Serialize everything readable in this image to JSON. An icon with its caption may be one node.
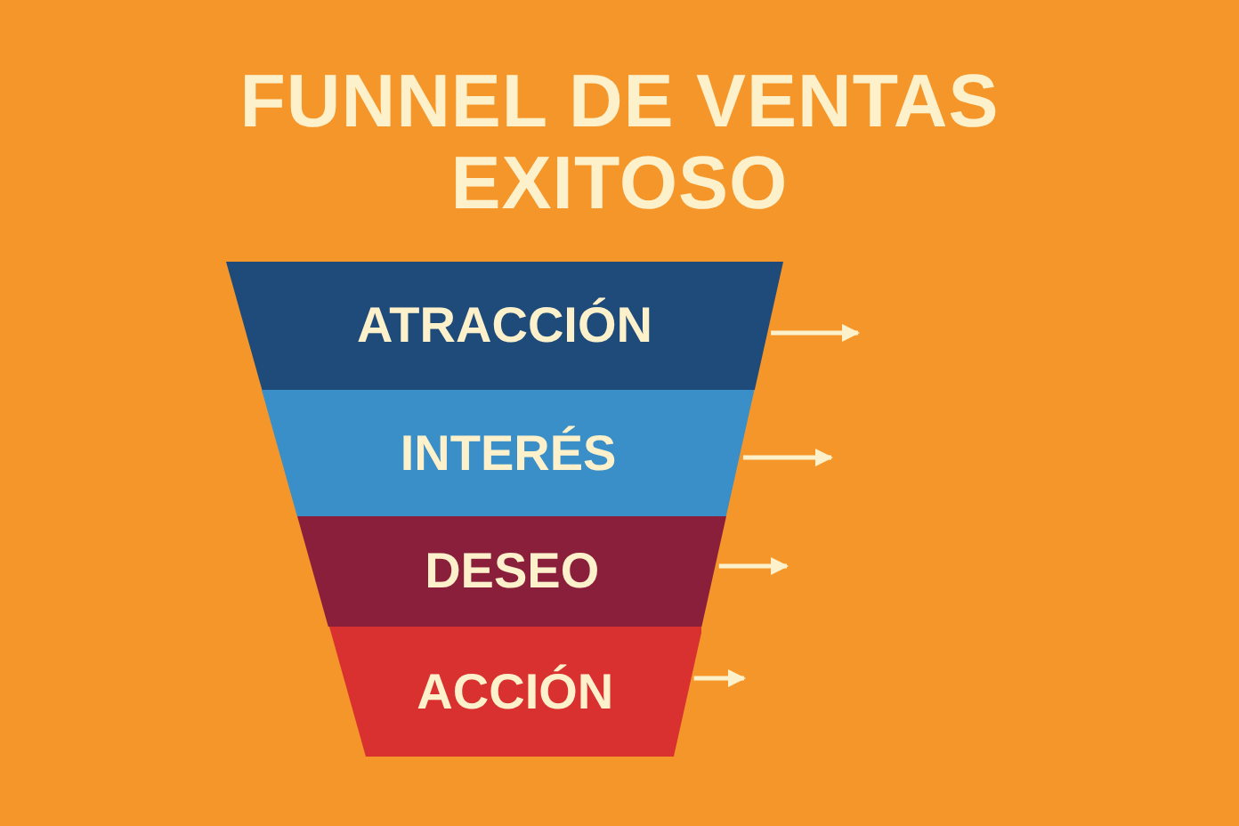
{
  "diagram": {
    "title": "FUNNEL DE VENTAS EXITOSO",
    "nodes": [
      {
        "text": [
          "ATRACCIÓN"
        ]
      },
      {
        "text": [
          "INTERÉS"
        ]
      },
      {
        "text": [
          "DESEO"
        ]
      },
      {
        "text": [
          "ACCIÓN"
        ]
      }
    ],
    "edges": [
      {
        "from": 0,
        "to": null,
        "arrow": "to"
      },
      {
        "from": 1,
        "to": null,
        "arrow": "to"
      },
      {
        "from": 2,
        "to": null,
        "arrow": "to"
      },
      {
        "from": 3,
        "to": null,
        "arrow": "to"
      }
    ]
  }
}
